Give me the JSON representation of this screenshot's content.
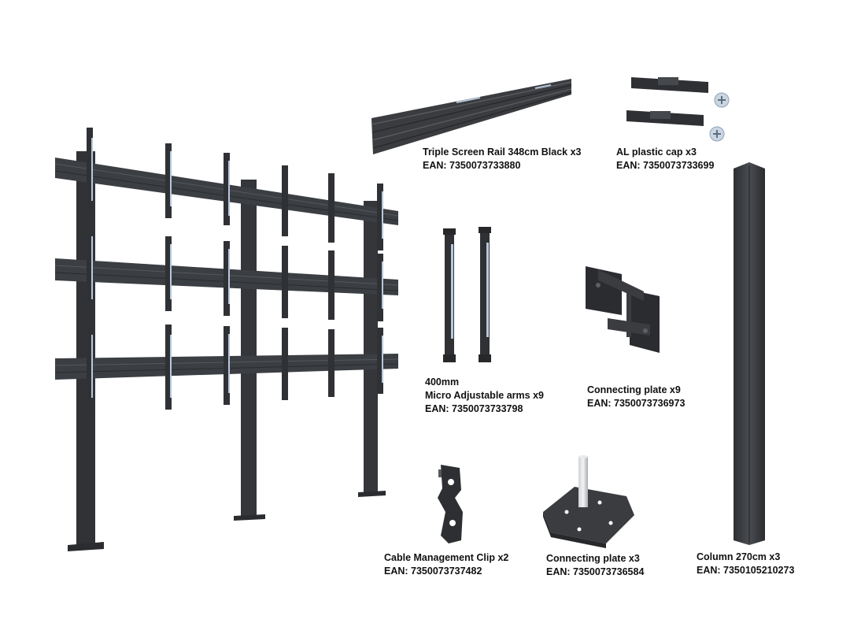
{
  "colors": {
    "metal": "#3a3c3f",
    "metal_dark": "#26282a",
    "metal_light": "#5c5f63",
    "accent_blue": "#b8c8dc",
    "text": "#111111"
  },
  "parts": [
    {
      "name": "Triple Screen Rail 348cm Black x3",
      "ean": "EAN: 7350073733880"
    },
    {
      "name": "AL plastic cap x3",
      "ean": "EAN: 7350073733699"
    },
    {
      "size": "400mm",
      "name": "Micro Adjustable arms x9",
      "ean": "EAN: 7350073733798"
    },
    {
      "name": "Connecting plate x9",
      "ean": "EAN: 7350073736973"
    },
    {
      "name": "Cable Management Clip x2",
      "ean": "EAN: 7350073737482"
    },
    {
      "name": "Connecting plate x3",
      "ean": "EAN: 7350073736584"
    },
    {
      "name": "Column 270cm x3",
      "ean": "EAN: 7350105210273"
    }
  ]
}
